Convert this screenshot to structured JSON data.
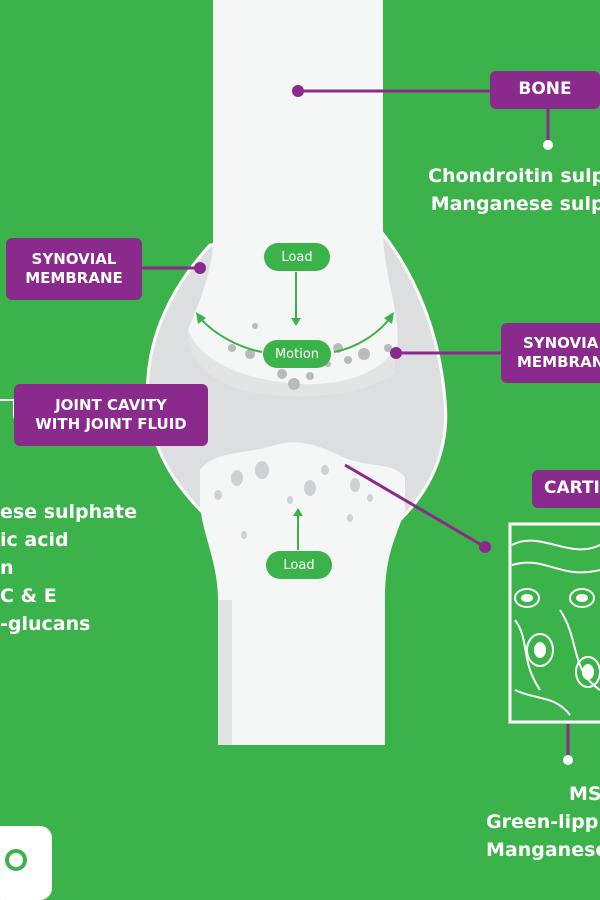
{
  "colors": {
    "background": "#3bb34a",
    "label": "#8a2a8c",
    "bone": "#f5f6f6",
    "capsule": "#dcdedf",
    "arrow": "#3bb34a"
  },
  "labels": {
    "bone": "BONE",
    "synovial_membrane_left": "SYNOVIAL\nMEMBRANE",
    "synovial_membrane_right": "SYNOVIA\nMEMBRAN",
    "joint_cavity": "JOINT CAVITY\nWITH JOINT FLUID",
    "cartilage": "CARTI"
  },
  "pills": {
    "load_top": "Load",
    "motion": "Motion",
    "load_bottom": "Load"
  },
  "bone_list": [
    "Chondroitin sulp",
    "Manganese sulp"
  ],
  "left_list": [
    "ese sulphate",
    "ic acid",
    "n",
    "C & E",
    "-glucans"
  ],
  "cartilage_list": [
    "MS",
    "Green-lipp",
    "Manganese"
  ],
  "icons": [
    "cartilage-cells-icon",
    "brand-logo-icon"
  ]
}
